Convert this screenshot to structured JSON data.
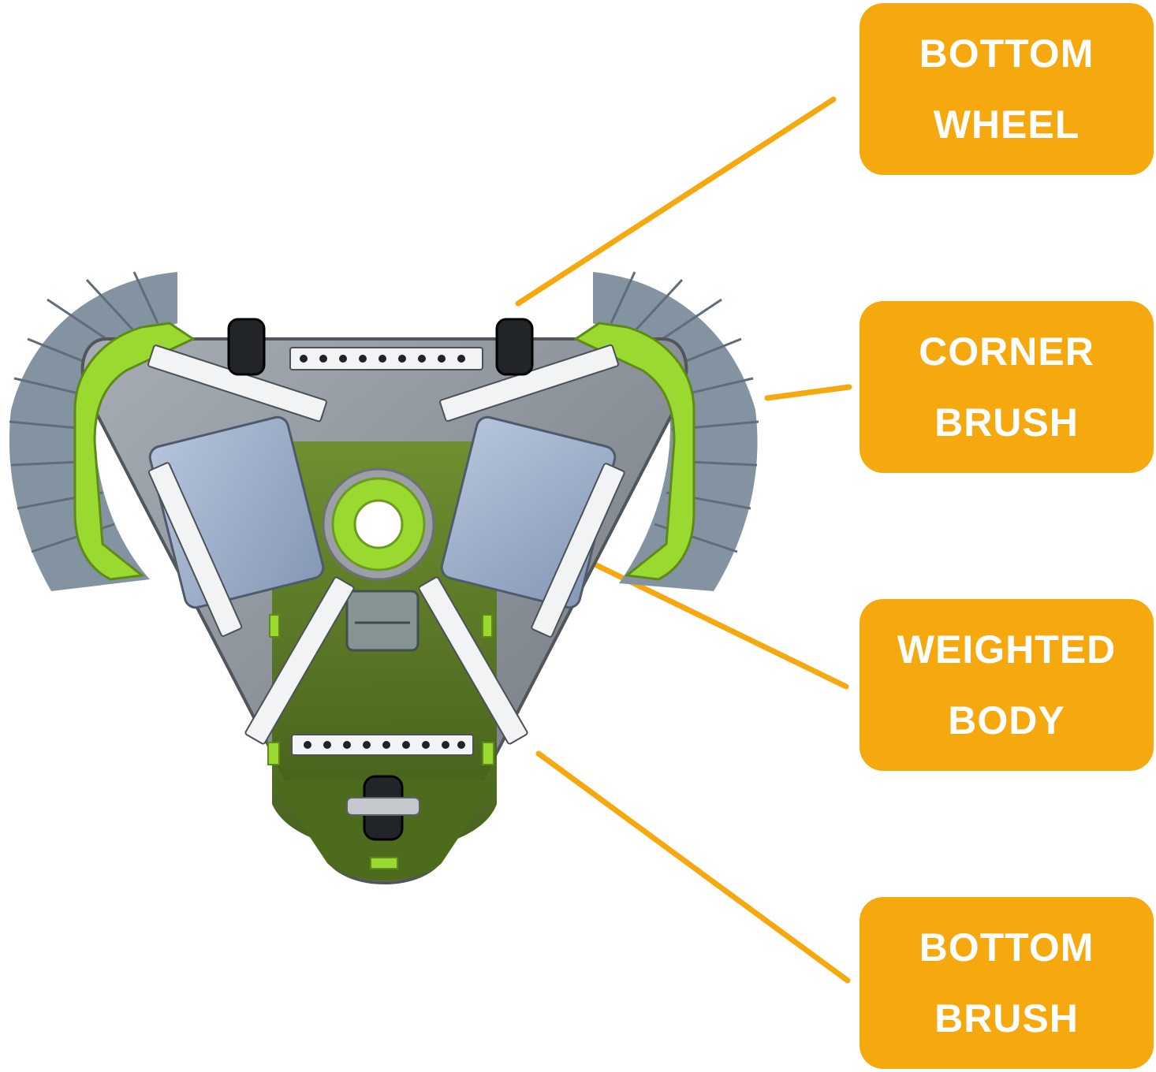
{
  "colors": {
    "callout_fill": "#f5a90f",
    "callout_text": "#ffffff",
    "leader_line": "#f5a90f",
    "frame_green": "#9ad92f",
    "body_green": "#4d6b1c",
    "body_grey": "#8c929a",
    "bristle_grey": "#7e8d9c",
    "weight_blue": "#9cafc9"
  },
  "callouts": [
    {
      "id": "bottom-wheel",
      "line1": "BOTTOM",
      "line2": "WHEEL"
    },
    {
      "id": "corner-brush",
      "line1": "CORNER",
      "line2": "BRUSH"
    },
    {
      "id": "weighted-body",
      "line1": "WEIGHTED",
      "line2": "BODY"
    },
    {
      "id": "bottom-brush",
      "line1": "BOTTOM",
      "line2": "BRUSH"
    }
  ],
  "illustration": {
    "subject-icon": "pool-vacuum-head-underside"
  }
}
